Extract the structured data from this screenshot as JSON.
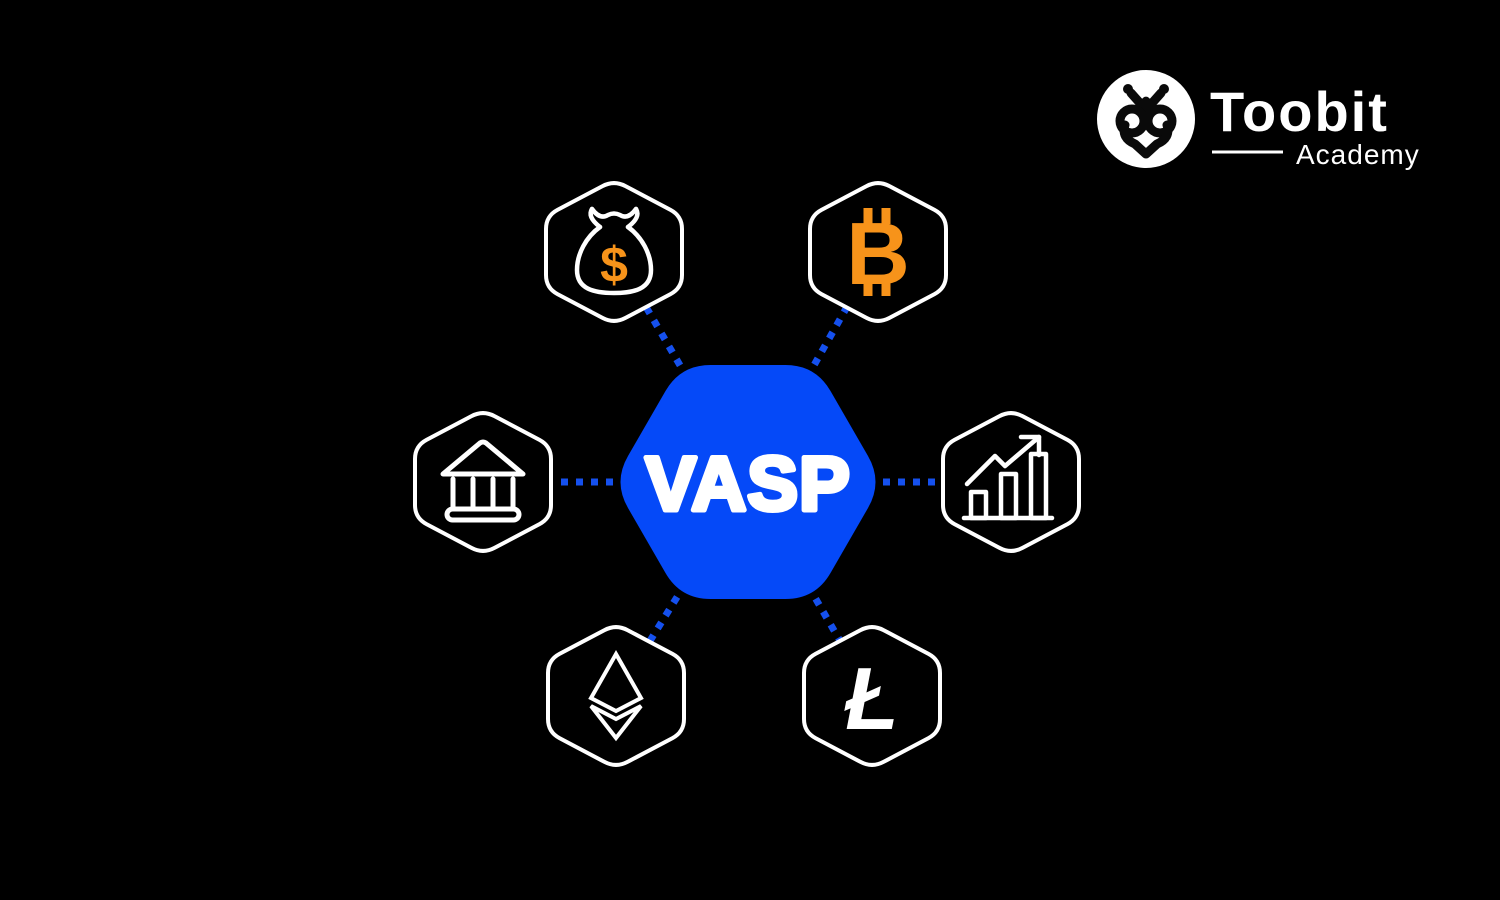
{
  "brand": {
    "name": "Toobit",
    "division": "Academy"
  },
  "colors": {
    "background": "#000000",
    "accent_blue": "#0549F8",
    "dash_blue": "#1550EE",
    "orange": "#F7931A",
    "white": "#FFFFFF"
  },
  "diagram": {
    "center_label": "VASP",
    "nodes": [
      {
        "name": "money-bag",
        "icon": "money-bag-icon",
        "symbol": "$"
      },
      {
        "name": "bitcoin",
        "icon": "bitcoin-icon",
        "symbol": "B"
      },
      {
        "name": "bank",
        "icon": "bank-icon",
        "symbol": ""
      },
      {
        "name": "growth-chart",
        "icon": "growth-chart-icon",
        "symbol": ""
      },
      {
        "name": "ethereum",
        "icon": "ethereum-icon",
        "symbol": ""
      },
      {
        "name": "litecoin",
        "icon": "litecoin-icon",
        "symbol": "Ł"
      }
    ]
  }
}
